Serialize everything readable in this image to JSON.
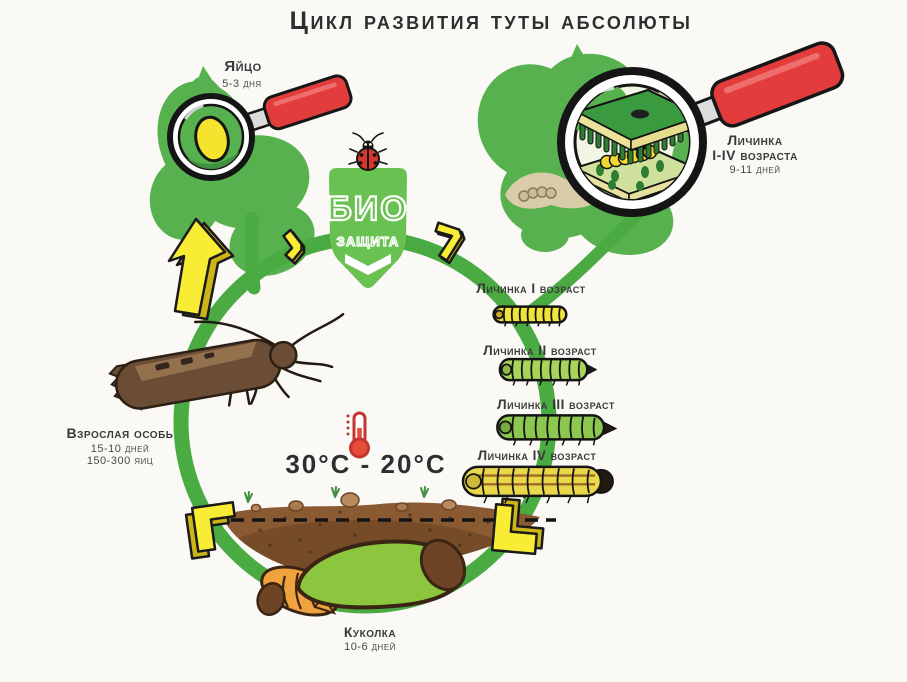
{
  "title": "Цикл развития туты абсолюты",
  "logo": {
    "top": "БИО",
    "bottom": "защита"
  },
  "temperature": {
    "value": "30°C - 20°C"
  },
  "stages": {
    "egg": {
      "label": "Яйцо",
      "duration": "5-3 дня"
    },
    "larvae_group": {
      "label": "Личинка",
      "instars": "I-IV возраста",
      "duration": "9-11 дней"
    },
    "instars": [
      {
        "label": "Личинка I возраст"
      },
      {
        "label": "Личинка II возраст"
      },
      {
        "label": "Личинка III возраст"
      },
      {
        "label": "Личинка IV возраст"
      }
    ],
    "adult": {
      "label": "Взрослая особь",
      "duration": "15-10 дней",
      "fecundity": "150-300 яиц"
    },
    "pupa": {
      "label": "Куколка",
      "duration": "10-6 дней"
    }
  },
  "icons": {
    "left_magnifier": "magnifier-egg-icon",
    "right_magnifier": "magnifier-leaf-section-icon",
    "ladybug": "ladybug-icon",
    "thermometer": "thermometer-icon",
    "cycle_arrows": "yellow-arrow-icon",
    "adult_insect": "moth-icon",
    "soil": "soil-band-icon",
    "pupa": "pupa-cocoon-icon"
  },
  "colors": {
    "leaf_green": "#57b14e",
    "ring_green": "#4aab43",
    "shield_green": "#69c151",
    "arrow_yellow": "#f8ed34",
    "arrow_yellow_dark": "#cdb417",
    "magnifier_red": "#e23c3c",
    "soil_brown": "#8a5a33",
    "moth_brown": "#6b4d35",
    "cocoon_green": "#8cc63e",
    "pupa_orange": "#f0a23f",
    "text_dark": "#333333"
  }
}
